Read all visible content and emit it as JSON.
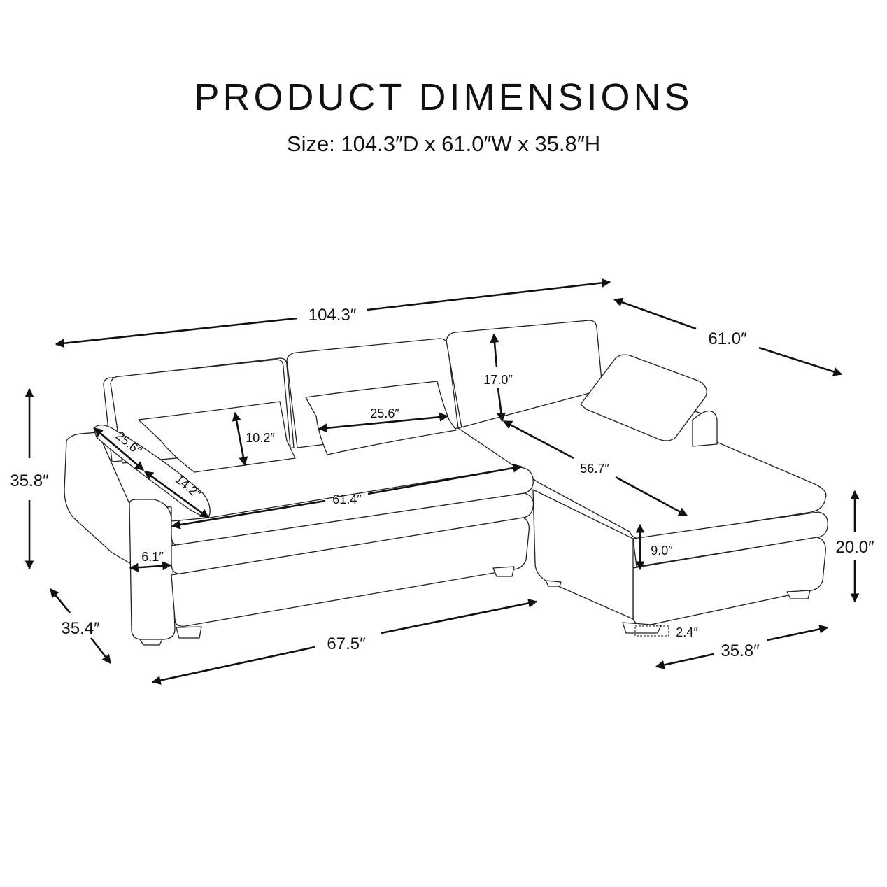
{
  "header": {
    "title": "PRODUCT DIMENSIONS",
    "subtitle": "Size: 104.3″D x 61.0″W x 35.8″H"
  },
  "dimensions": {
    "overall_depth": "104.3″",
    "overall_width": "61.0″",
    "overall_height": "35.8″",
    "arm_depth": "35.4″",
    "sofa_length": "67.5″",
    "chaise_width": "35.8″",
    "seat_height": "20.0″",
    "cushion_thickness": "9.0″",
    "leg_height": "2.4″",
    "arm_width": "6.1″",
    "seat_width": "61.4″",
    "chaise_depth": "56.7″",
    "back_height": "17.0″",
    "pillow_length": "25.6″",
    "pillow_width": "14.2″",
    "lumbar_pillow_length": "25.6″",
    "lumbar_pillow_height": "10.2″"
  }
}
